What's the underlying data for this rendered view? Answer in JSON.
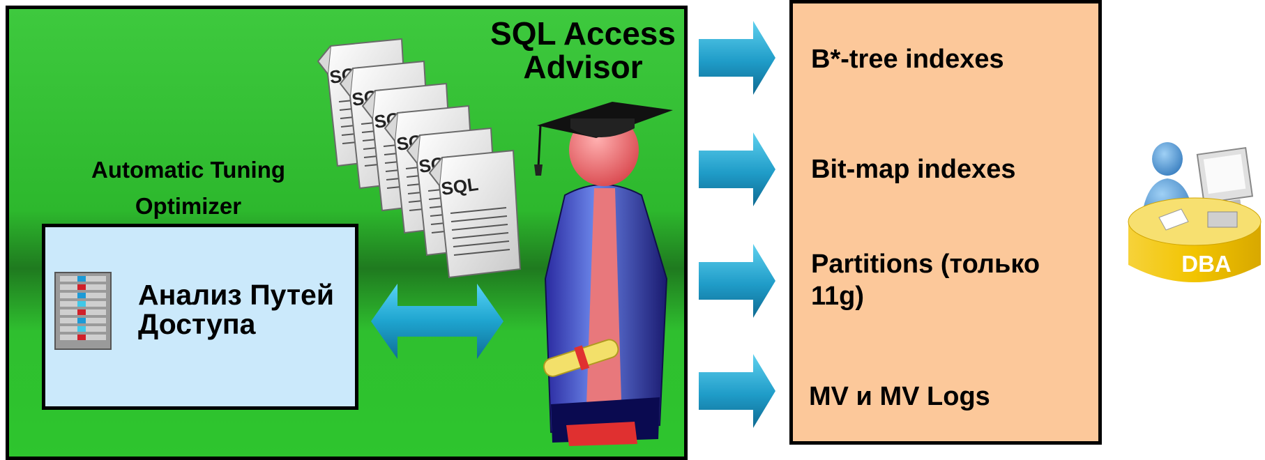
{
  "diagram": {
    "advisor_title": "SQL Access Advisor",
    "advisor_title_lines": [
      "SQL Access",
      "Advisor"
    ],
    "optimizer_label_lines": [
      "Automatic Tuning",
      "Optimizer"
    ],
    "analysis_label_lines": [
      "Анализ Путей",
      "Доступа"
    ],
    "sql_doc_label": "SQL",
    "options": [
      {
        "lines": [
          "B*-tree indexes"
        ]
      },
      {
        "lines": [
          "Bit-map indexes"
        ]
      },
      {
        "lines": [
          "Partitions (только",
          "11g)"
        ]
      },
      {
        "lines": [
          "MV и MV Logs"
        ]
      }
    ],
    "dba_label": "DBA"
  },
  "colors": {
    "advisor_panel": "#2ec52e",
    "analysis_box": "#cbe9fb",
    "options_box": "#fcc89a",
    "arrow": "#1ea4cf",
    "dba_disk": "#f2c400"
  },
  "icons": [
    "sql-document-icon",
    "graduate-figure-icon",
    "server-rack-icon",
    "double-arrow-icon",
    "right-arrow-icon",
    "dba-workstation-icon"
  ]
}
